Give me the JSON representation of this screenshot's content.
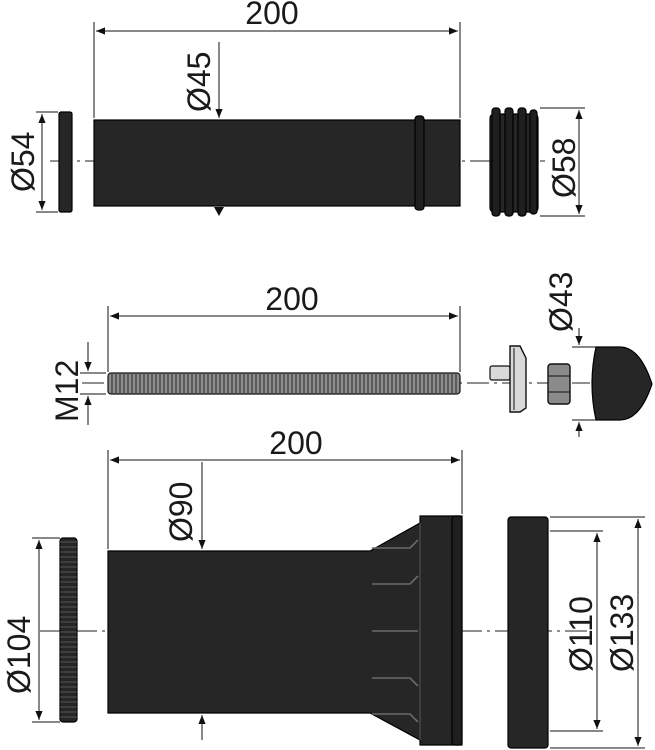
{
  "dimensions": {
    "top_length": "200",
    "top_inner": "Ø45",
    "top_left": "Ø54",
    "top_right": "Ø58",
    "mid_length": "200",
    "mid_thread": "M12",
    "mid_cap": "Ø43",
    "bot_length": "200",
    "bot_inner": "Ø90",
    "bot_left": "Ø104",
    "bot_right_inner": "Ø110",
    "bot_right_outer": "Ø133"
  },
  "colors": {
    "part": "#262626",
    "rod": "#8c8c8c",
    "line": "#111111"
  }
}
